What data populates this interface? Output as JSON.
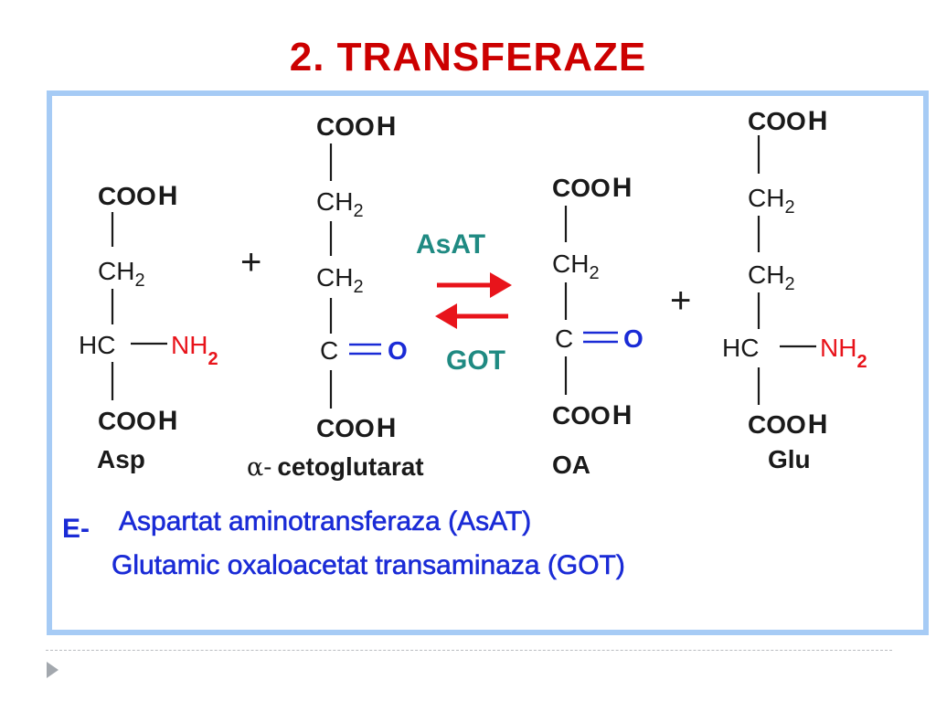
{
  "title": "2. TRANSFERAZE",
  "molecules": {
    "asp": {
      "cooh_top": "COO",
      "h_top": "H",
      "ch": "CH",
      "ch_sub": "2",
      "hc": "HC",
      "nh": "NH",
      "nh_sub": "2",
      "cooh_bottom": "COO",
      "h_bottom": "H",
      "name": "Asp"
    },
    "akg": {
      "cooh_top": "COO",
      "h_top": "H",
      "ch_a": "CH",
      "ch_a_sub": "2",
      "ch_b": "CH",
      "ch_b_sub": "2",
      "c": "C",
      "o": "O",
      "cooh_bottom": "COO",
      "h_bottom": "H",
      "alpha": "α-",
      "name": "cetoglutarat"
    },
    "oa": {
      "cooh_top": "COO",
      "h_top": "H",
      "ch": "CH",
      "ch_sub": "2",
      "c": "C",
      "o": "O",
      "cooh_bottom": "COO",
      "h_bottom": "H",
      "name": "OA"
    },
    "glu": {
      "cooh_top": "COO",
      "h_top": "H",
      "ch_a": "CH",
      "ch_a_sub": "2",
      "ch_b": "CH",
      "ch_b_sub": "2",
      "hc": "HC",
      "nh": "NH",
      "nh_sub": "2",
      "cooh_bottom": "COO",
      "h_bottom": "H",
      "name": "Glu"
    }
  },
  "plus_sign": "+",
  "enzyme_top": "AsAT",
  "enzyme_bottom": "GOT",
  "enzyme_prefix": "E-",
  "enzyme_line1": "Aspartat aminotransferaza (AsAT)",
  "enzyme_line2": "Glutamic oxaloacetat transaminaza (GOT)",
  "colors": {
    "title": "#cc0000",
    "frame": "#a6cbf5",
    "text": "#1a1a1a",
    "amino": "#e8141b",
    "oxo": "#1a2bd6",
    "enzyme_label": "#1f8a82",
    "enzyme_text": "#1a2bd6",
    "arrows": "#e8141b"
  }
}
